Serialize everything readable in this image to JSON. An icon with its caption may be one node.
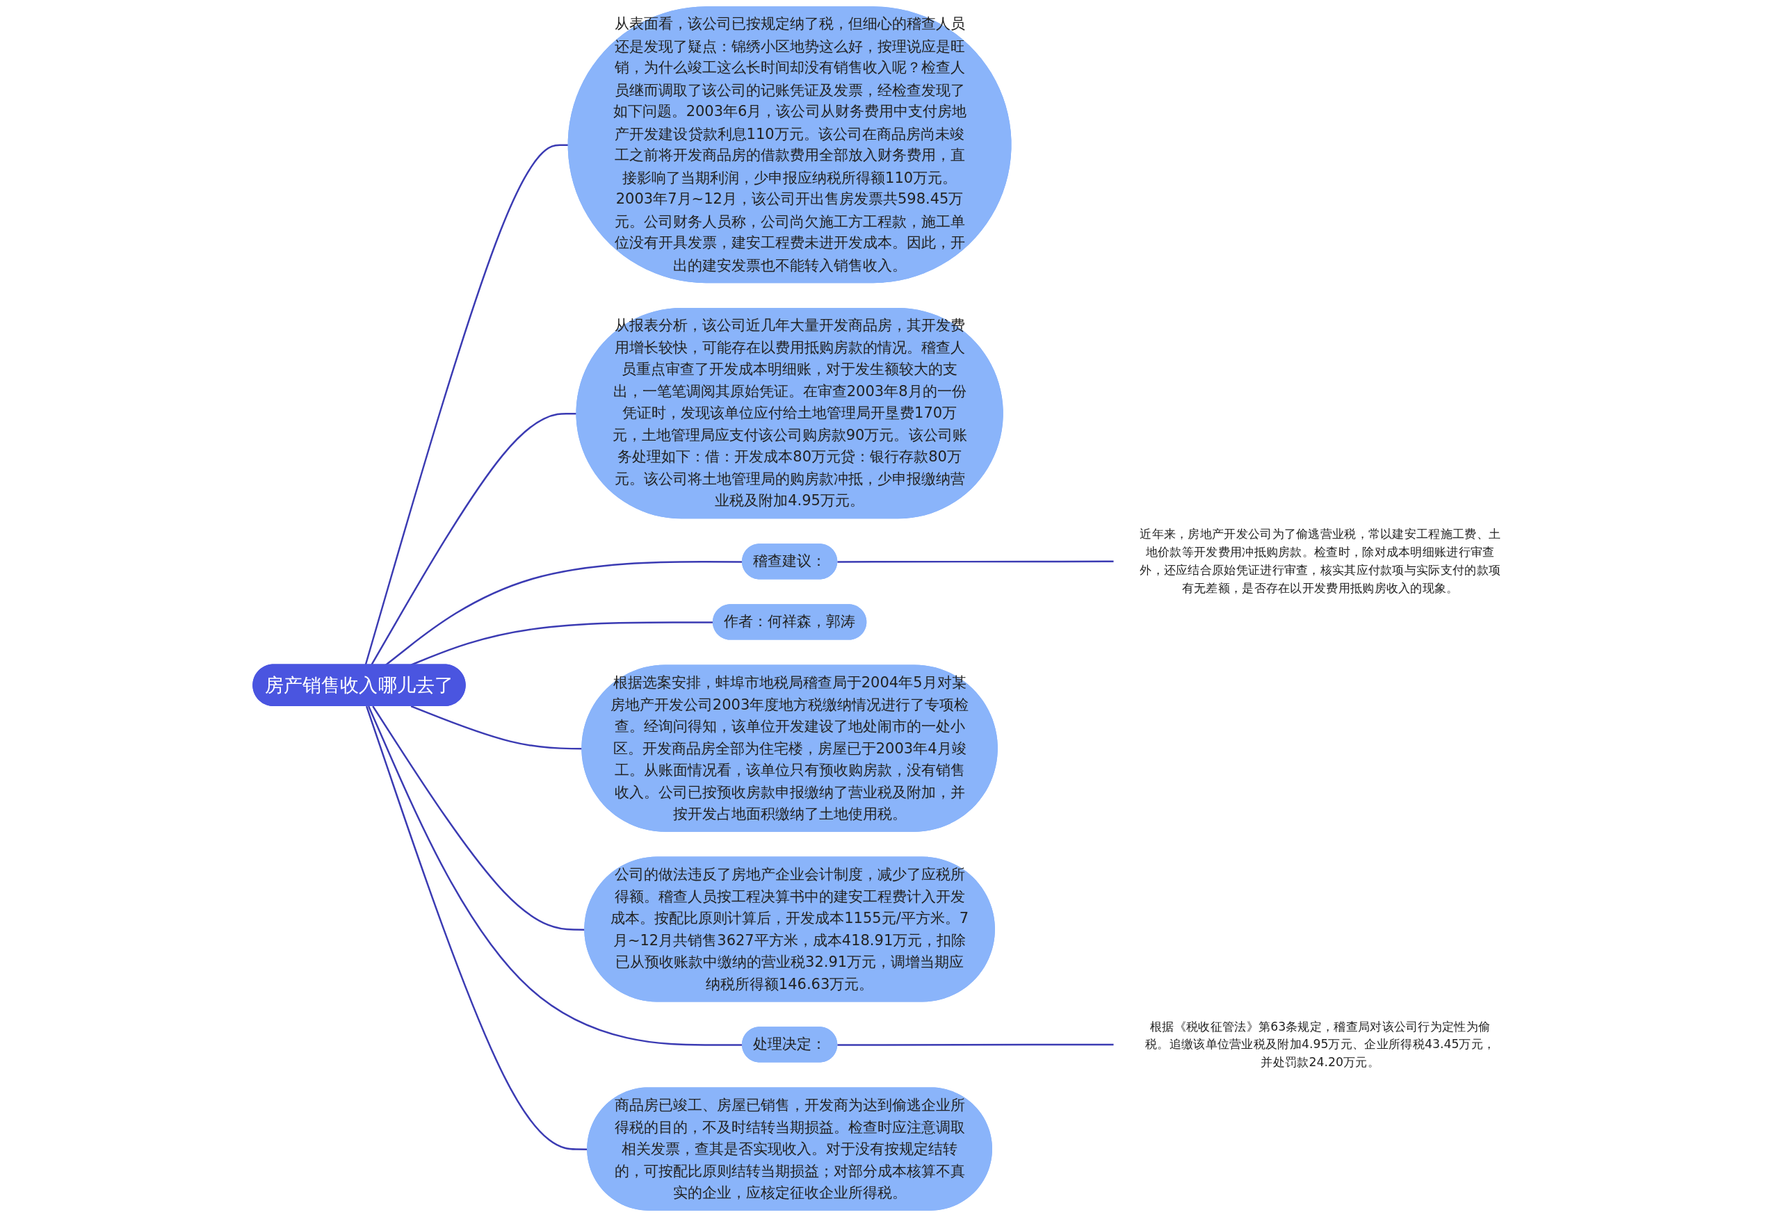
{
  "diagram": {
    "nodes": [
      {
        "text": [
          "房产销售收入哪儿去了"
        ]
      },
      {
        "text": [
          "从表面看，该公司已按规定纳了税，但细心的稽查人员还是发现了疑点：锦绣小区地势这么好，按理说应是旺销，为什么竣工这么长时间却没有销售收入呢？检查人员继而调取了该公司的记账凭证及发票，经检查发现了如下问题。2003年6月，该公司从财务费用中支付房地产开发建设贷款利息110万元。该公司在商品房尚未竣工之前将开发商品房的借款费用全部放入财务费用，直接影响了当期利润，少申报应纳税所得额110万元。2003年7月~12月，该公司开出售房发票共598.45万元。公司财务人员称，公司尚欠施工方工程款，施工单位没有开具发票，建安工程费未进开发成本。因此，开出的建安发票也不能转入销售收入。"
        ]
      },
      {
        "text": [
          "从报表分析，该公司近几年大量开发商品房，其开发费用增长较快，可能存在以费用抵购房款的情况。稽查人员重点审查了开发成本明细账，对于发生额较大的支出，一笔笔调阅其原始凭证。在审查2003年8月的一份凭证时，发现该单位应付给土地管理局开垦费170万元，土地管理局应支付该公司购房款90万元。该公司账务处理如下：借：开发成本80万元贷：银行存款80万元。该公司将土地管理局的购房款冲抵，少申报缴纳营业税及附加4.95万元。"
        ]
      },
      {
        "text": [
          "稽查建议："
        ]
      },
      {
        "text": [
          "近年来，房地产开发公司为了偷逃营业税，常以建安工程施工费、土地价款等开发费用冲抵购房款。检查时，除对成本明细账进行审查外，还应结合原始凭证进行审查，核实其应付款项与实际支付的款项有无差额，是否存在以开发费用抵购房收入的现象。"
        ]
      },
      {
        "text": [
          "作者：何祥森，郭涛"
        ]
      },
      {
        "text": [
          "根据选案安排，蚌埠市地税局稽查局于2004年5月对某房地产开发公司2003年度地方税缴纳情况进行了专项检查。经询问得知，该单位开发建设了地处闹市的一处小区。开发商品房全部为住宅楼，房屋已于2003年4月竣工。从账面情况看，该单位只有预收购房款，没有销售收入。公司已按预收房款申报缴纳了营业税及附加，并按开发占地面积缴纳了土地使用税。"
        ]
      },
      {
        "text": [
          "公司的做法违反了房地产企业会计制度，减少了应税所得额。稽查人员按工程决算书中的建安工程费计入开发成本。按配比原则计算后，开发成本1155元/平方米。7月~12月共销售3627平方米，成本418.91万元，扣除已从预收账款中缴纳的营业税32.91万元，调增当期应纳税所得额146.63万元。"
        ]
      },
      {
        "text": [
          "处理决定："
        ]
      },
      {
        "text": [
          "根据《税收征管法》第63条规定，稽查局对该公司行为定性为偷税。追缴该单位营业税及附加4.95万元、企业所得税43.45万元，并处罚款24.20万元。"
        ]
      },
      {
        "text": [
          "商品房已竣工、房屋已销售，开发商为达到偷逃企业所得税的目的，不及时结转当期损益。检查时应注意调取相关发票，查其是否实现收入。对于没有按规定结转的，可按配比原则结转当期损益；对部分成本核算不真实的企业，应核定征收企业所得税。"
        ]
      }
    ],
    "edges": [
      {
        "from": 0,
        "to": 1,
        "arrow": "none"
      },
      {
        "from": 0,
        "to": 2,
        "arrow": "none"
      },
      {
        "from": 0,
        "to": 3,
        "arrow": "none"
      },
      {
        "from": 3,
        "to": 4,
        "arrow": "none"
      },
      {
        "from": 0,
        "to": 5,
        "arrow": "none"
      },
      {
        "from": 0,
        "to": 6,
        "arrow": "none"
      },
      {
        "from": 0,
        "to": 7,
        "arrow": "none"
      },
      {
        "from": 0,
        "to": 8,
        "arrow": "none"
      },
      {
        "from": 8,
        "to": 9,
        "arrow": "none"
      },
      {
        "from": 0,
        "to": 10,
        "arrow": "none"
      }
    ]
  }
}
